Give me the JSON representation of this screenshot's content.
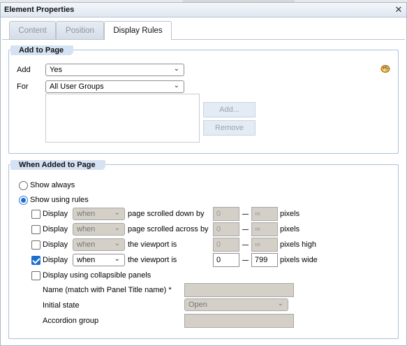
{
  "dialog": {
    "title": "Element Properties",
    "close_glyph": "✕"
  },
  "tabs": [
    {
      "label": "Content",
      "active": false
    },
    {
      "label": "Position",
      "active": false
    },
    {
      "label": "Display Rules",
      "active": true
    }
  ],
  "add_to_page": {
    "legend": "Add to Page",
    "add_label": "Add",
    "add_value": "Yes",
    "for_label": "For",
    "for_value": "All User Groups",
    "add_button": "Add...",
    "remove_button": "Remove"
  },
  "when_added": {
    "legend": "When Added to Page",
    "show_always": "Show always",
    "show_using_rules": "Show using rules",
    "selected": "show_using_rules",
    "rules": [
      {
        "checked": false,
        "label": "Display",
        "select": "when",
        "condition": "page scrolled down by",
        "from": "0",
        "to": "∞",
        "unit": "pixels",
        "enabled": false
      },
      {
        "checked": false,
        "label": "Display",
        "select": "when",
        "condition": "page scrolled across by",
        "from": "0",
        "to": "∞",
        "unit": "pixels",
        "enabled": false
      },
      {
        "checked": false,
        "label": "Display",
        "select": "when",
        "condition": "the viewport is",
        "from": "0",
        "to": "∞",
        "unit": "pixels high",
        "enabled": false
      },
      {
        "checked": true,
        "label": "Display",
        "select": "when",
        "condition": "the viewport is",
        "from": "0",
        "to": "799",
        "unit": "pixels wide",
        "enabled": true
      }
    ],
    "collapsible": {
      "label": "Display using collapsible panels",
      "checked": false,
      "name_label": "Name (match with Panel Title name) *",
      "name_value": "",
      "initial_state_label": "Initial state",
      "initial_state_value": "Open",
      "accordion_label": "Accordion group",
      "accordion_value": ""
    }
  },
  "icons": {
    "close": "close-icon",
    "palette": "palette-icon",
    "chevron": "chevron-down-icon"
  }
}
